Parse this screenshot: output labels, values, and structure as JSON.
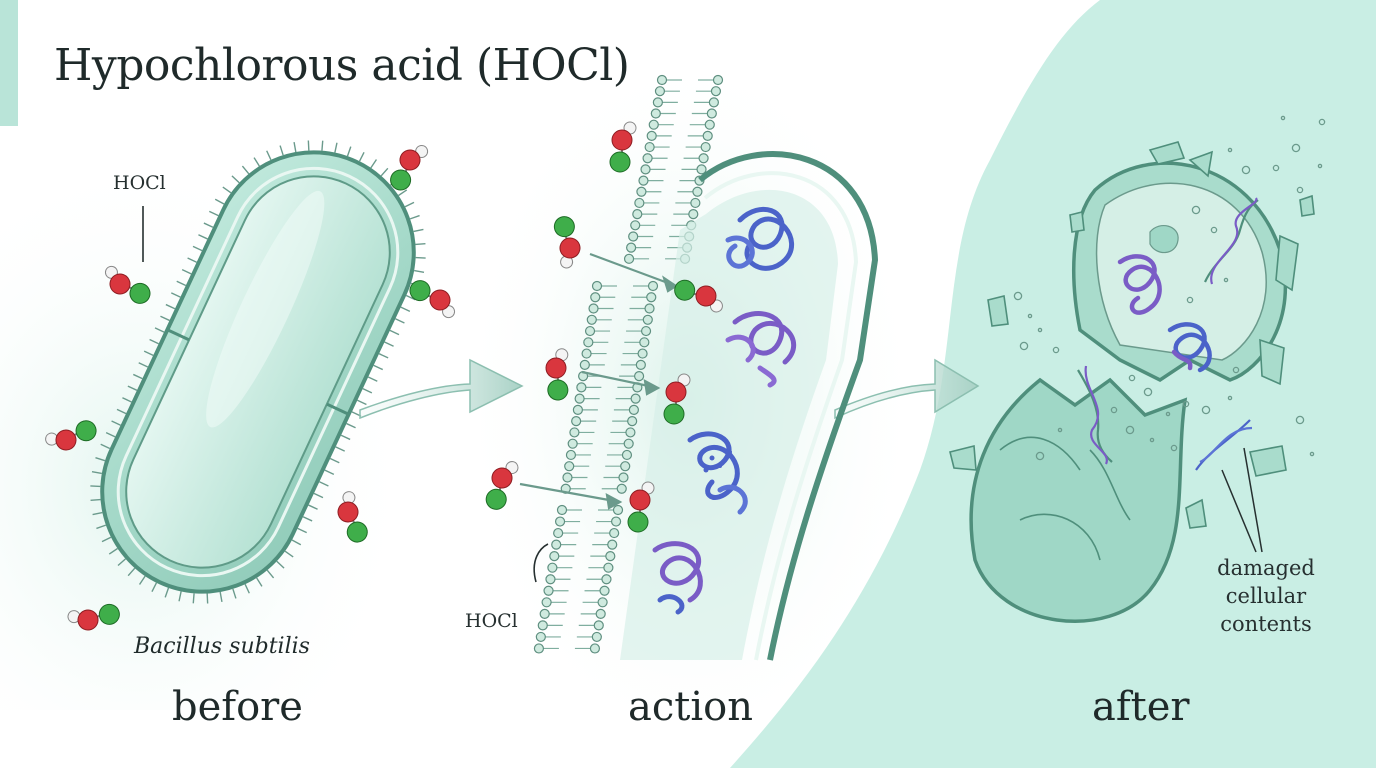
{
  "title": "Hypochlorous acid (HOCl)",
  "panels": {
    "before": "before",
    "action": "action",
    "after": "after"
  },
  "labels": {
    "hocl_before": "HOCl",
    "hocl_action": "HOCl",
    "species": "Bacillus subtilis",
    "callout": [
      "damaged",
      "cellular",
      "contents"
    ]
  },
  "colors": {
    "accent": "#b9e4d8",
    "cell_fill": "#a9dccc",
    "cell_stroke": "#4f8f7c",
    "oxygen": "#d9363e",
    "chlorine": "#3fae4a",
    "hydrogen": "#f4f4f4",
    "protein_blue": "#4b63c9",
    "protein_purple": "#7a5cc6",
    "background_wash": "#c9eee4"
  }
}
